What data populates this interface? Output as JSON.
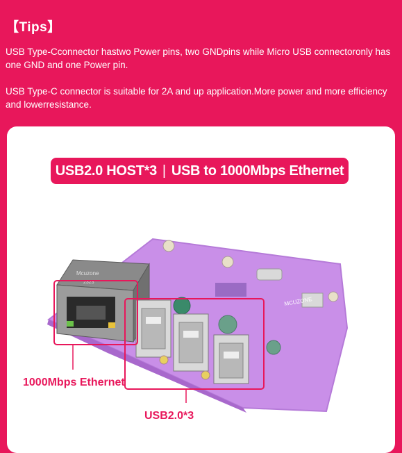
{
  "tips": {
    "title": "【Tips】",
    "paragraph1": "USB Type-Cconnector hastwo Power pins, two GNDpins while Micro USB connectoronly has one GND and one Power pin.",
    "paragraph2": "USB Type-C connector is suitable for 2A and up application.More power and more efficiency and lowerresistance."
  },
  "banner": {
    "left": "USB2.0 HOST*3",
    "separator": "|",
    "right": "USB to 1000Mbps Ethernet"
  },
  "product": {
    "rj45_brand": "Mcuzone",
    "rj45_code": "2323",
    "board_brand": "MCUZONE",
    "ethernet_label": "1000Mbps Ethernet",
    "usb_label": "USB2.0*3"
  },
  "colors": {
    "accent": "#e8175b",
    "board": "#c98fe8",
    "card": "#ffffff"
  }
}
